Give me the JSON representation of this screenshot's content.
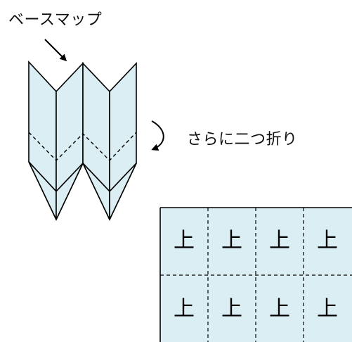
{
  "labels": {
    "base_map": "ベースマップ",
    "fold_again": "さらに二つ折り"
  },
  "grid": {
    "cell_char": "上",
    "rows": 2,
    "cols": 4
  },
  "colors": {
    "paper_fill": "#dbeef3",
    "stroke": "#000000"
  }
}
